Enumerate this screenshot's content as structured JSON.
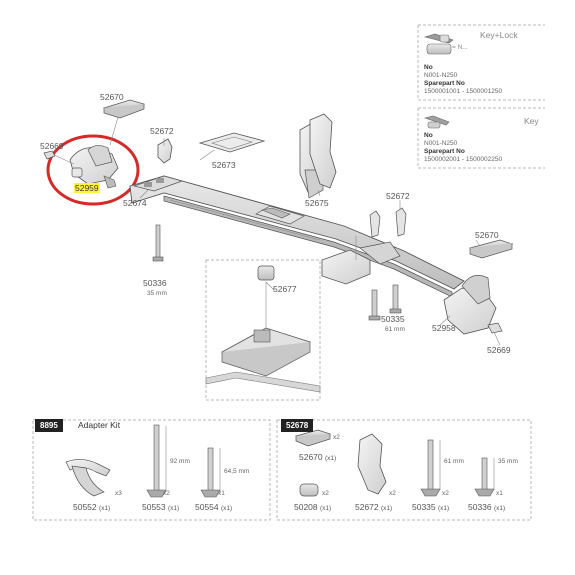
{
  "parts": {
    "p52670_top": "52670",
    "p52669_left": "52669",
    "p52959": "52959",
    "p52672_top": "52672",
    "p52673": "52673",
    "p52674": "52674",
    "p50336": "50336",
    "p50336_size": "35 mm",
    "p52675": "52675",
    "p52672_right": "52672",
    "p52677": "52677",
    "p50335": "50335",
    "p50335_size": "61 mm",
    "p52670_right": "52670",
    "p52958": "52958",
    "p52669_right": "52669"
  },
  "key_box1": {
    "title": "Key+Lock",
    "equals": "= N...",
    "no_label": "No",
    "no_value": "N001-N250",
    "spare_label": "Sparepart No",
    "spare_value": "1500001001 - 1500001250"
  },
  "key_box2": {
    "title": "Key",
    "no_label": "No",
    "no_value": "N001-N250",
    "spare_label": "Sparepart No",
    "spare_value": "1500002001 - 1500002250"
  },
  "kit_8895": {
    "tag": "8895",
    "title": "Adapter Kit",
    "len_92": "92 mm",
    "len_64": "64,5 mm",
    "qty1": "x3",
    "qty2": "x2",
    "qty3": "x1",
    "part1": "50552",
    "part1_qty": "(x1)",
    "part2": "50553",
    "part2_qty": "(x1)",
    "part3": "50554",
    "part3_qty": "(x1)"
  },
  "kit_52678": {
    "tag": "52678",
    "len_61": "61 mm",
    "len_35": "35 mm",
    "strap_qty": "x2",
    "strap_part": "52670",
    "strap_part_qty": "(x1)",
    "screw_qty": "x2",
    "screw_part": "50208",
    "screw_part_qty": "(x1)",
    "holder_qty": "x2",
    "holder_part": "52672",
    "holder_part_qty": "(x1)",
    "bolt61_qty": "x2",
    "bolt61_part": "50335",
    "bolt61_part_qty": "(x1)",
    "bolt35_qty": "x1",
    "bolt35_part": "50336",
    "bolt35_part_qty": "(x1)"
  },
  "colors": {
    "highlight_circle": "#d42a2a",
    "highlight_label": "#fff23a",
    "line": "#7a7a7a",
    "dashed_box": "#b0b0b0"
  }
}
